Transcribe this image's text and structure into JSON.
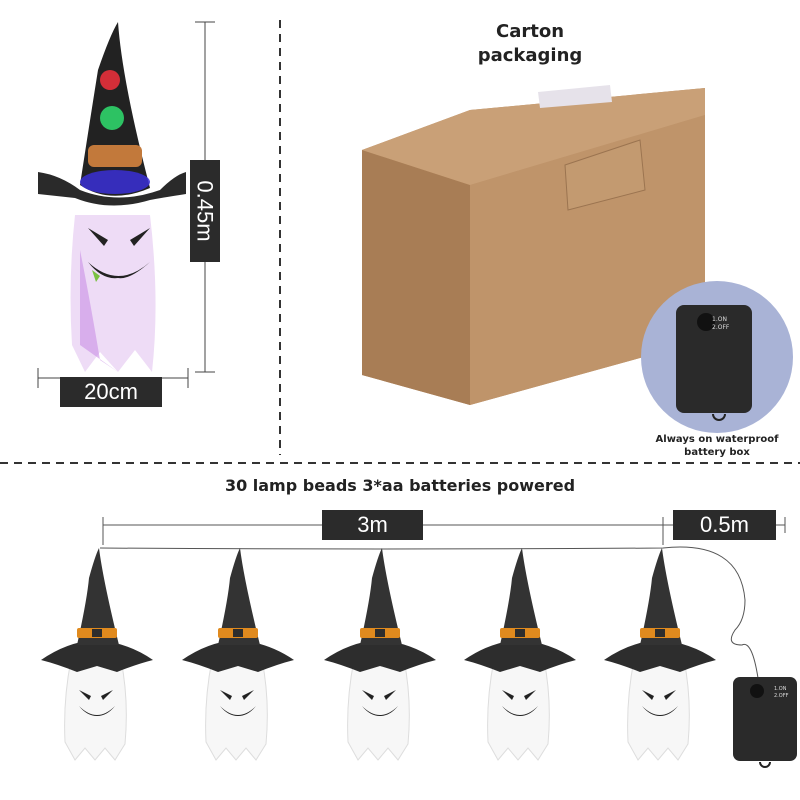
{
  "top_left": {
    "height_label": "0.45m",
    "width_label": "20cm"
  },
  "carton": {
    "title_line1": "Carton",
    "title_line2": "packaging"
  },
  "battery_box": {
    "switch_on": "1.ON",
    "switch_off": "2.OFF",
    "caption": "Always on waterproof battery box"
  },
  "bottom": {
    "title": "30 lamp beads 3*aa batteries powered",
    "string_length": "3m",
    "lead_length": "0.5m"
  },
  "colors": {
    "label_bg": "#2b2b2b",
    "carton": "#b88d64",
    "circle": "#a9b3d6",
    "hat": "#2d2d2d",
    "buckle": "#e08a1e"
  }
}
